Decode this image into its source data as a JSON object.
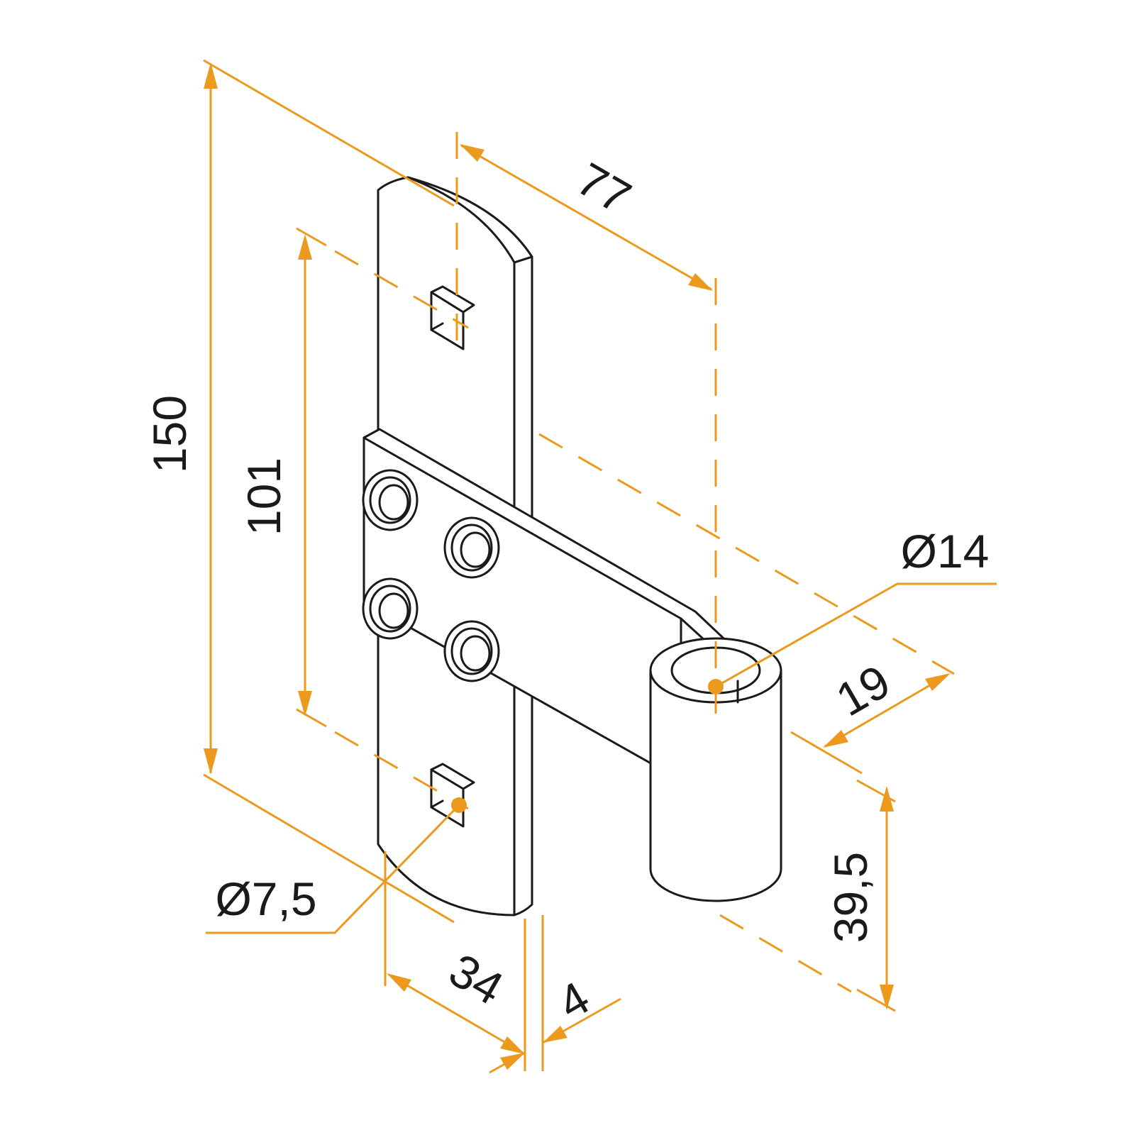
{
  "dimensions": {
    "height_total": "150",
    "hole_spacing": "101",
    "pin_offset": "77",
    "pin_diameter": "Ø14",
    "hole_diameter": "Ø7,5",
    "barrel_offset": "19",
    "barrel_length": "39,5",
    "plate_width": "34",
    "plate_thickness": "4"
  },
  "colors": {
    "dimension": "#ec9a1e",
    "outline": "#1a1a1a",
    "background": "#ffffff"
  }
}
